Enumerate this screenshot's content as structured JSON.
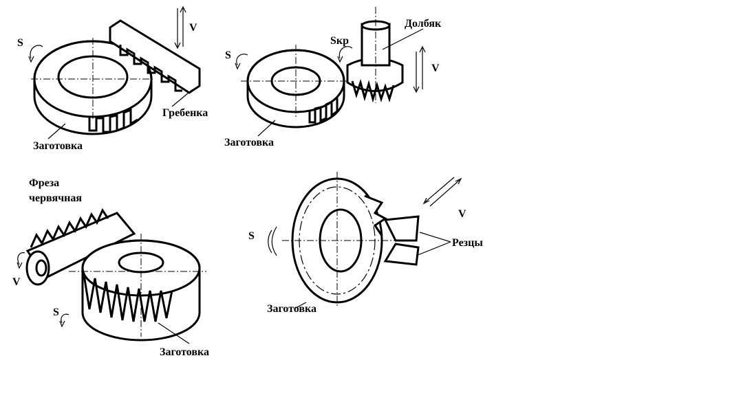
{
  "panels": {
    "rack": {
      "v": "V",
      "s": "S",
      "tool": "Гребенка",
      "blank": "Заготовка"
    },
    "shaper": {
      "s": "S",
      "skr": "Sкр",
      "tool": "Долбяк",
      "v": "V",
      "blank": "Заготовка"
    },
    "hob": {
      "tool_line1": "Фреза",
      "tool_line2": "червячная",
      "v": "V",
      "s": "S",
      "blank": "Заготовка"
    },
    "cutters": {
      "s": "S",
      "v": "V",
      "tool": "Резцы",
      "blank": "Заготовка"
    }
  }
}
